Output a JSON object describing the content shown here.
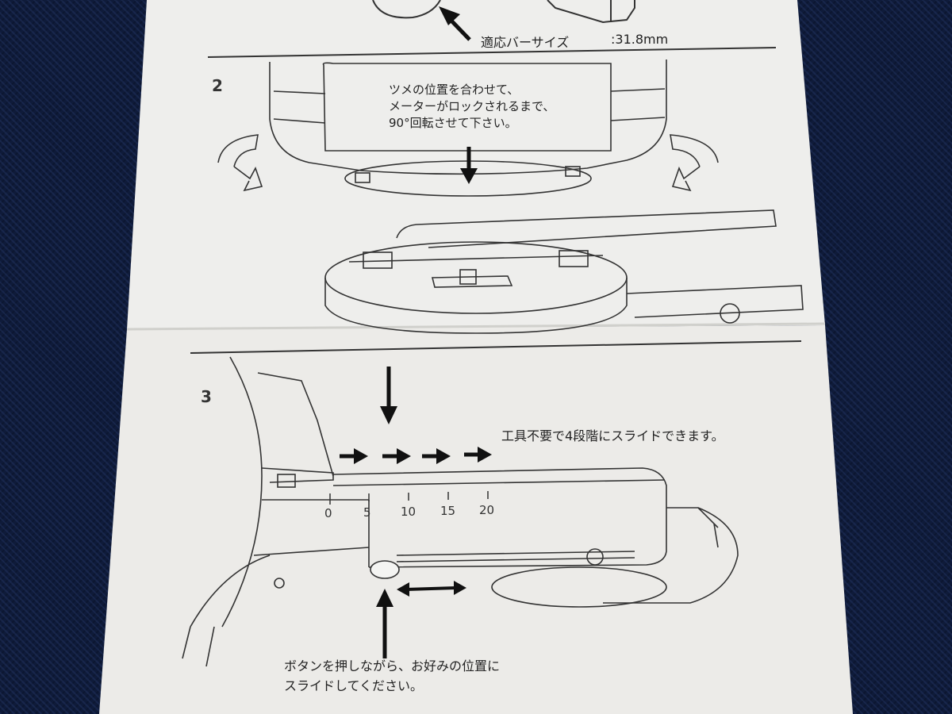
{
  "step1": {
    "bar_size_label": "適応バーサイズ",
    "bar_size_value": ":31.8mm"
  },
  "step2": {
    "number": "2",
    "instruction_lines": [
      "ツメの位置を合わせて、",
      "メーターがロックされるまで、",
      "90°回転させて下さい。"
    ]
  },
  "step3": {
    "number": "3",
    "slide_note": "工具不要で4段階にスライドできます。",
    "scale_ticks": [
      "0",
      "5",
      "10",
      "15",
      "20"
    ],
    "button_instruction_lines": [
      "ボタンを押しながら、お好みの位置に",
      "スライドしてください。"
    ]
  },
  "colors": {
    "paper": "#efefed",
    "ink": "#1e1e1e",
    "background": "#0f1b3a"
  }
}
